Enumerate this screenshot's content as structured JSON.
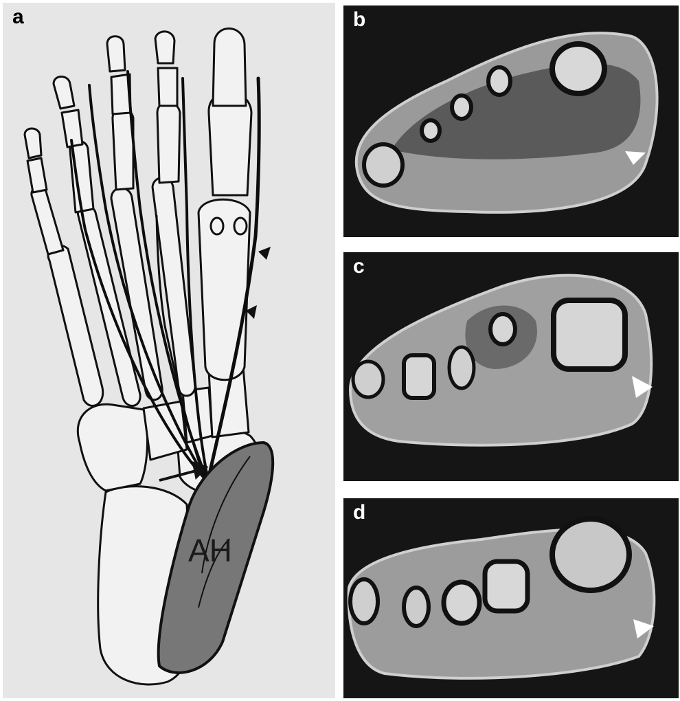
{
  "figure": {
    "panel_a": {
      "letter": "a",
      "muscle_label": "AH"
    },
    "panel_b": {
      "letter": "b"
    },
    "panel_c": {
      "letter": "c"
    },
    "panel_d": {
      "letter": "d"
    }
  },
  "colors": {
    "drawing_background": "#e6e6e6",
    "muscle_fill": "#777777",
    "mri_background": "#151515",
    "arrowhead_marker": "#ffffff"
  }
}
